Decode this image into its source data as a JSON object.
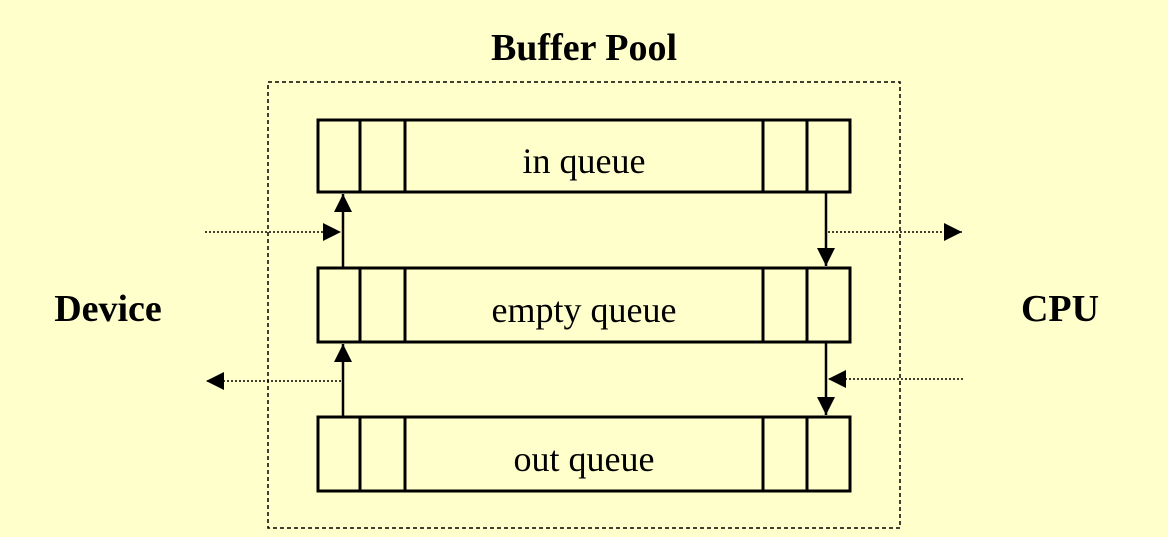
{
  "diagram": {
    "title": "Buffer Pool",
    "left_label": "Device",
    "right_label": "CPU",
    "queues": [
      {
        "label": "in queue"
      },
      {
        "label": "empty queue"
      },
      {
        "label": "out queue"
      }
    ],
    "colors": {
      "background": "#ffffcc",
      "line": "#000000"
    }
  }
}
